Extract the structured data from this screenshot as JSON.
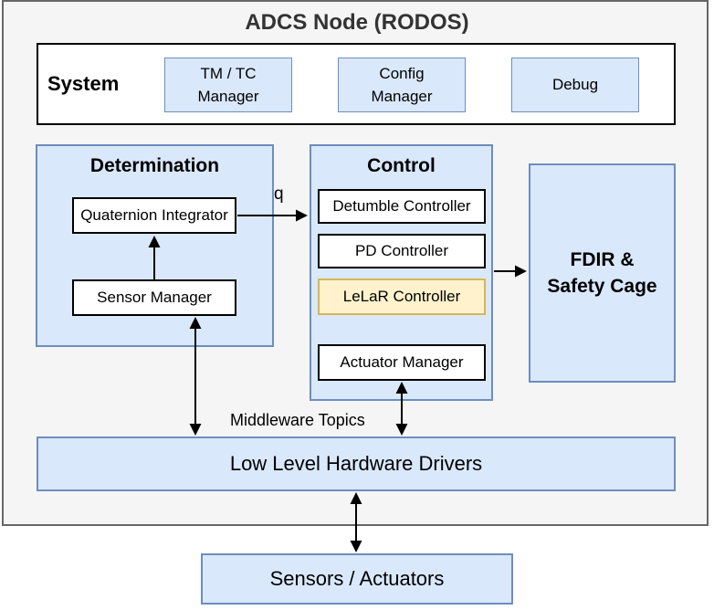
{
  "diagram": {
    "title": "ADCS Node (RODOS)",
    "system": {
      "label": "System",
      "items": [
        {
          "label": "TM / TC\nManager"
        },
        {
          "label": "Config\nManager"
        },
        {
          "label": "Debug"
        }
      ]
    },
    "determination": {
      "title": "Determination",
      "children": [
        {
          "label": "Quaternion Integrator"
        },
        {
          "label": "Sensor Manager"
        }
      ]
    },
    "control": {
      "title": "Control",
      "children": [
        {
          "label": "Detumble Controller"
        },
        {
          "label": "PD Controller"
        },
        {
          "label": "LeLaR Controller"
        },
        {
          "label": "Actuator Manager"
        }
      ]
    },
    "fdir": {
      "label": "FDIR &\nSafety Cage"
    },
    "hardware_drivers": {
      "label": "Low Level Hardware Drivers"
    },
    "sensors_actuators": {
      "label": "Sensors / Actuators"
    },
    "edge_labels": {
      "quaternion_output": "q",
      "middleware": "Middleware Topics"
    },
    "colors": {
      "node_fill": "#dae8fc",
      "node_stroke": "#6c8ebf",
      "highlight_fill": "#fff2cc",
      "highlight_stroke": "#d6b656",
      "outer_fill": "#f5f5f5",
      "outer_stroke": "#666666",
      "box_stroke": "#000000"
    }
  }
}
